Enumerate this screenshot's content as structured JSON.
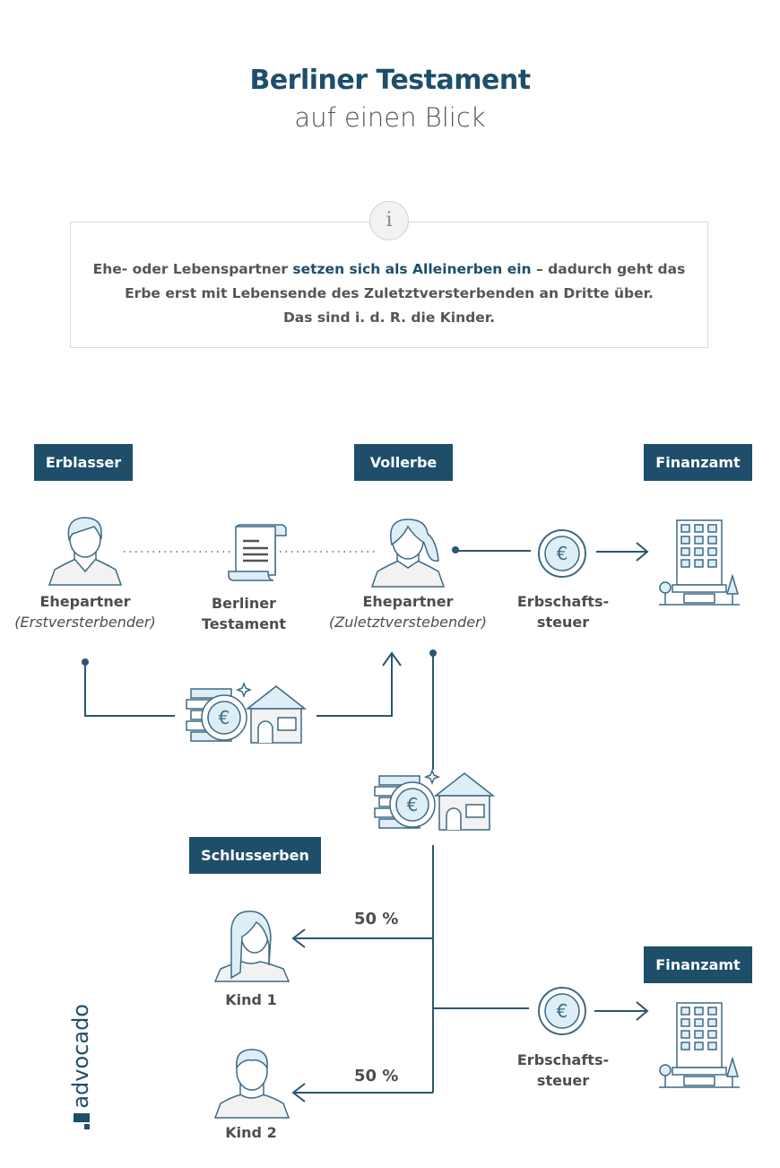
{
  "header": {
    "title": "Berliner Testament",
    "subtitle": "auf einen Blick"
  },
  "info": {
    "icon": "info-icon",
    "icon_glyph": "i",
    "line1_pre": "Ehe- oder Lebenspartner ",
    "line1_highlight": "setzen sich als Alleinerben ein",
    "line1_post": " – dadurch geht das",
    "line2": "Erbe erst mit Lebensende des Zuletztversterbenden an Dritte über.",
    "line3": "Das sind i. d. R. die Kinder."
  },
  "tags": {
    "erblasser": "Erblasser",
    "vollerbe": "Vollerbe",
    "finanzamt1": "Finanzamt",
    "schlusserben": "Schlusserben",
    "finanzamt2": "Finanzamt"
  },
  "nodes": {
    "erblasser_name": "Ehepartner",
    "erblasser_role": "(Erstversterbender)",
    "testament_line1": "Berliner",
    "testament_line2": "Testament",
    "vollerbe_name": "Ehepartner",
    "vollerbe_role": "(Zuletztverstebender)",
    "steuer1_line1": "Erbschafts-",
    "steuer1_line2": "steuer",
    "steuer2_line1": "Erbschafts-",
    "steuer2_line2": "steuer",
    "kind1": "Kind 1",
    "kind2": "Kind 2"
  },
  "shares": {
    "kind1": "50 %",
    "kind2": "50 %"
  },
  "logo": {
    "text": "advocado"
  },
  "colors": {
    "primary": "#1e4e6a",
    "icon_fill": "#ddeef6",
    "text": "#4d4d4d"
  }
}
